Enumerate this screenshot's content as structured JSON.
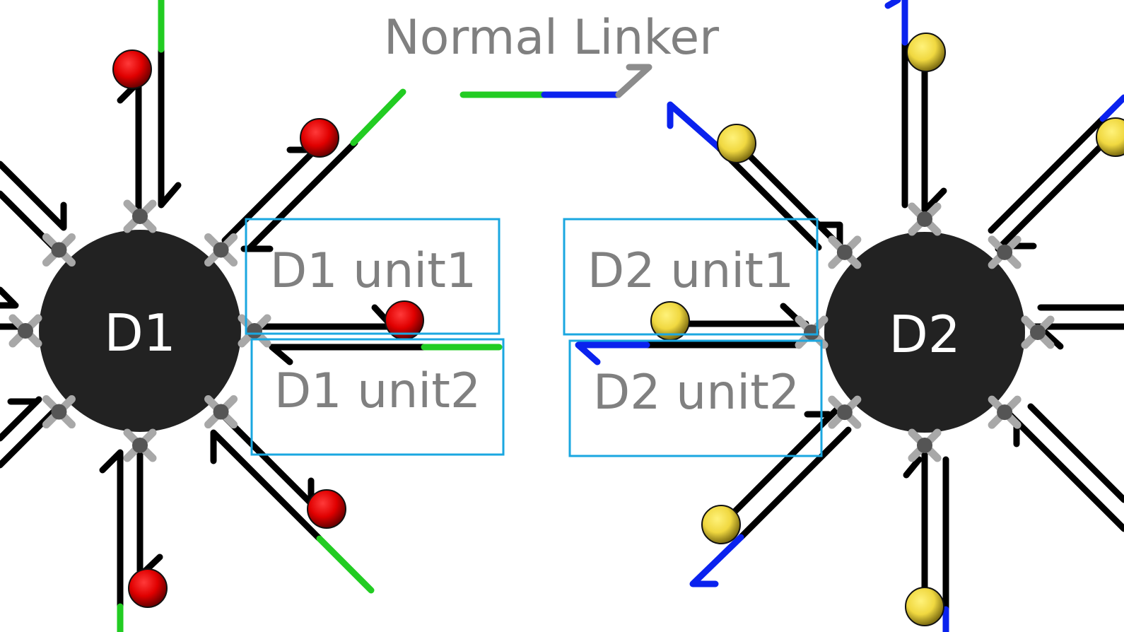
{
  "title": "Normal Linker",
  "cores": [
    {
      "id": "D1",
      "label": "D1"
    },
    {
      "id": "D2",
      "label": "D2"
    }
  ],
  "units": [
    {
      "id": "d1-unit1",
      "label": "D1 unit1"
    },
    {
      "id": "d1-unit2",
      "label": "D1 unit2"
    },
    {
      "id": "d2-unit1",
      "label": "D2 unit1"
    },
    {
      "id": "d2-unit2",
      "label": "D2 unit2"
    }
  ],
  "colors": {
    "core": "#222222",
    "strand": "#000000",
    "linker_green": "#22cc22",
    "linker_blue": "#0a22ee",
    "linker_grey": "#8c8c8c",
    "d1_ball": "#e00000",
    "d2_ball": "#f0d840",
    "unit_box": "#1aa7e0",
    "label_text": "#808080"
  }
}
